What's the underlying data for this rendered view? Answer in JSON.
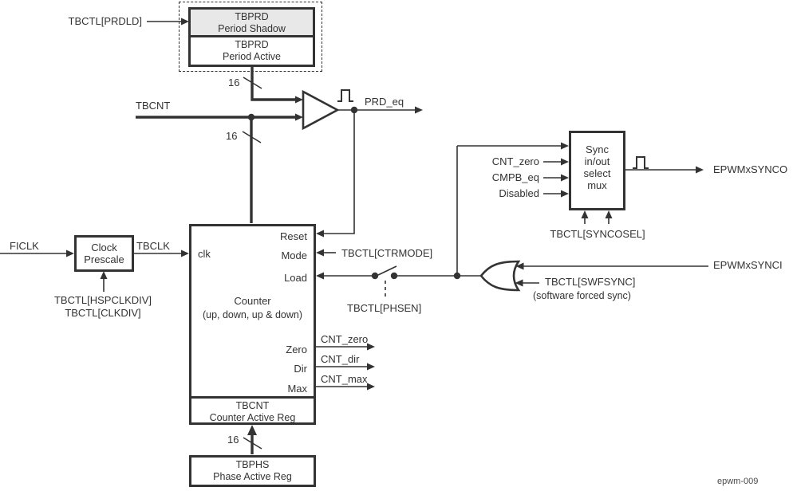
{
  "bus_width": "16",
  "watermark": "epwm-009",
  "boxes": {
    "period_shadow": {
      "line1": "TBPRD",
      "line2": "Period Shadow"
    },
    "period_active": {
      "line1": "TBPRD",
      "line2": "Period Active"
    },
    "clock_prescale": {
      "line1": "Clock",
      "line2": "Prescale"
    },
    "sync_mux": {
      "line1": "Sync",
      "line2": "in/out",
      "line3": "select",
      "line4": "mux"
    },
    "counter": {
      "clk_port": "clk",
      "reset_port": "Reset",
      "mode_port": "Mode",
      "load_port": "Load",
      "title": "Counter",
      "subtitle": "(up, down, up & down)",
      "zero_port": "Zero",
      "dir_port": "Dir",
      "max_port": "Max",
      "reg_line1": "TBCNT",
      "reg_line2": "Counter Active Reg"
    },
    "tbphs": {
      "line1": "TBPHS",
      "line2": "Phase Active Reg"
    }
  },
  "signals": {
    "prdld": "TBCTL[PRDLD]",
    "tbcnt": "TBCNT",
    "prd_eq": "PRD_eq",
    "cnt_zero_in": "CNT_zero",
    "cmpb_eq_in": "CMPB_eq",
    "disabled_in": "Disabled",
    "syncosel": "TBCTL[SYNCOSEL]",
    "synco": "EPWMxSYNCO",
    "synci": "EPWMxSYNCI",
    "ficlk": "FICLK",
    "tbclk": "TBCLK",
    "hspclkdiv": "TBCTL[HSPCLKDIV]",
    "clkdiv": "TBCTL[CLKDIV]",
    "ctrmode": "TBCTL[CTRMODE]",
    "phsen": "TBCTL[PHSEN]",
    "swfsync": "TBCTL[SWFSYNC]",
    "swfsync_note": "(software forced sync)",
    "cnt_zero_out": "CNT_zero",
    "cnt_dir_out": "CNT_dir",
    "cnt_max_out": "CNT_max"
  },
  "colors": {
    "line": "#333333",
    "text": "#333333",
    "shadow_fill": "#e8e8e8",
    "background": "#ffffff"
  }
}
